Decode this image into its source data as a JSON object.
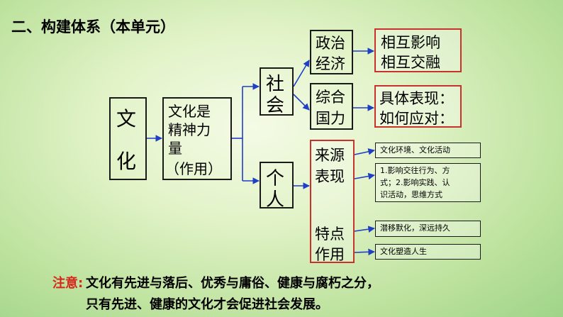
{
  "section_title": "二、构建体系（本单元）",
  "root": {
    "chars": [
      "文",
      "化"
    ]
  },
  "definition": {
    "lines": [
      "文化是",
      "精神力",
      "量",
      "（作用）"
    ]
  },
  "society": {
    "chars": [
      "社",
      "会"
    ],
    "branches": [
      {
        "lines": [
          "政治",
          "经济"
        ],
        "result_lines": [
          "相互影响",
          "相互交融"
        ]
      },
      {
        "lines": [
          "综合",
          "国力"
        ],
        "result_lines": [
          "具体表现：",
          "如何应对："
        ]
      }
    ]
  },
  "individual": {
    "chars": [
      "个",
      "人"
    ],
    "items": [
      {
        "lines": [
          "来源",
          "表现"
        ]
      },
      {
        "lines": [
          "特点",
          "作用"
        ]
      }
    ],
    "details": [
      {
        "lines": [
          "文化环境、文化活动"
        ]
      },
      {
        "lines": [
          "1.影响交往行为、方",
          "式；2.影响实践、认",
          "识活动，思维方式"
        ]
      },
      {
        "lines": [
          "潜移默化，深远持久"
        ]
      },
      {
        "lines": [
          "文化塑造人生"
        ]
      }
    ]
  },
  "note": {
    "label": "注意:",
    "line1": "文化有先进与落后、优秀与庸俗、健康与腐朽之分，",
    "line2": "只有先进、健康的文化才会促进社会发展。"
  },
  "colors": {
    "arrow": "#1f3fc4",
    "note_label": "#d8261c",
    "red_border": "#c8322a"
  }
}
